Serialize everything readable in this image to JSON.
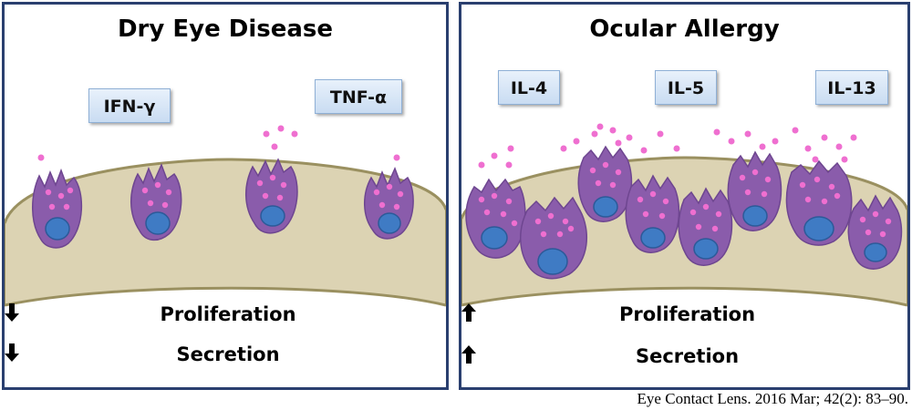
{
  "left_panel": {
    "title": "Dry Eye Disease",
    "cytokines": [
      "IFN-γ",
      "TNF-α"
    ],
    "effects": [
      {
        "arrow": "down",
        "label": "Proliferation"
      },
      {
        "arrow": "down",
        "label": "Secretion"
      }
    ]
  },
  "right_panel": {
    "title": "Ocular Allergy",
    "cytokines": [
      "IL-4",
      "IL-5",
      "IL-13"
    ],
    "effects": [
      {
        "arrow": "up",
        "label": "Proliferation"
      },
      {
        "arrow": "up",
        "label": "Secretion"
      }
    ]
  },
  "caption": "Eye Contact Lens. 2016 Mar; 42(2): 83–90.",
  "colors": {
    "panel_border": "#2a3f6f",
    "tissue": "#dcd3b3",
    "tissue_edge": "#9a9060",
    "goblet_cell": "#8a5cab",
    "nucleus": "#3f7bc4",
    "granule": "#ef6fd0",
    "cytokine_box": "#d7e6f6"
  },
  "icons": {
    "down_arrow": "down-arrow-icon",
    "up_arrow": "up-arrow-icon"
  }
}
